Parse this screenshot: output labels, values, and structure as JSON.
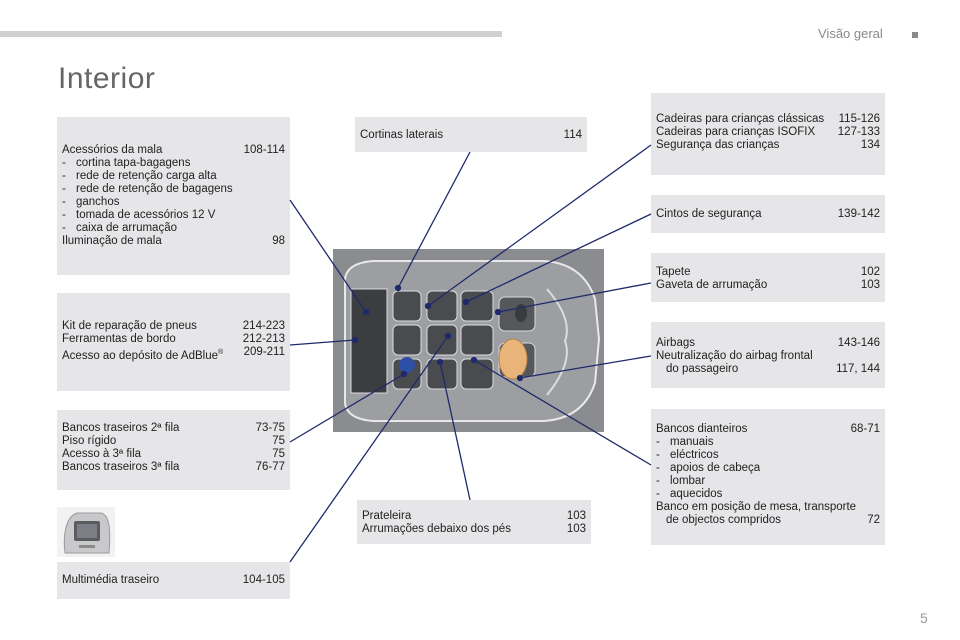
{
  "header": {
    "section_title": "Visão geral",
    "page_heading": "Interior",
    "page_number": "5"
  },
  "boxes": {
    "mala": {
      "title": "Acessórios da mala",
      "title_pages": "108-114",
      "items": [
        "cortina tapa-bagagens",
        "rede de retenção carga alta",
        "rede de retenção de bagagens",
        "ganchos",
        "tomada de acessórios 12 V",
        "caixa de arrumação"
      ],
      "extra": "Iluminação de mala",
      "extra_pages": "98"
    },
    "kit": {
      "rows": [
        {
          "label": "Kit de reparação de pneus",
          "pages": "214-223"
        },
        {
          "label": "Ferramentas de bordo",
          "pages": "212-213"
        },
        {
          "label": "Acesso ao depósito de AdBlue",
          "sup": "®",
          "pages": "209-211"
        }
      ]
    },
    "bancos_tras": {
      "rows": [
        {
          "label": "Bancos traseiros 2ª fila",
          "pages": "73-75"
        },
        {
          "label": "Piso rígido",
          "pages": "75"
        },
        {
          "label": "Acesso à 3ª fila",
          "pages": "75"
        },
        {
          "label": "Bancos traseiros 3ª fila",
          "pages": "76-77"
        }
      ]
    },
    "multi": {
      "label": "Multimédia traseiro",
      "pages": "104-105"
    },
    "cortinas": {
      "label": "Cortinas laterais",
      "pages": "114"
    },
    "prateleira": {
      "rows": [
        {
          "label": "Prateleira",
          "pages": "103"
        },
        {
          "label": "Arrumações debaixo dos pés",
          "pages": "103"
        }
      ]
    },
    "cadeiras": {
      "rows": [
        {
          "label": "Cadeiras para crianças clássicas",
          "pages": "115-126"
        },
        {
          "label": "Cadeiras para crianças ISOFIX",
          "pages": "127-133"
        },
        {
          "label": "Segurança das crianças",
          "pages": "134"
        }
      ]
    },
    "cintos": {
      "label": "Cintos de segurança",
      "pages": "139-142"
    },
    "tapete": {
      "rows": [
        {
          "label": "Tapete",
          "pages": "102"
        },
        {
          "label": "Gaveta de arrumação",
          "pages": "103"
        }
      ]
    },
    "airbags": {
      "title": "Airbags",
      "title_pages": "143-146",
      "line1": "Neutralização do airbag frontal",
      "line2": "do passageiro",
      "line2_pages": "117, 144"
    },
    "bancos_diant": {
      "title": "Bancos dianteiros",
      "title_pages": "68-71",
      "items": [
        "manuais",
        "eléctricos",
        "apoios de cabeça",
        "lombar",
        "aquecidos"
      ],
      "line1": "Banco em posição de mesa, transporte",
      "line2": "de objectos compridos",
      "line2_pages": "72"
    }
  },
  "colors": {
    "leader_line": "#1f2a6b",
    "box_bg": "#e6e6e8",
    "panel_bg": "#8a8c90"
  },
  "icons": {
    "thumbnail": "rear-multimedia-screen-icon",
    "car": "car-top-view-icon"
  }
}
